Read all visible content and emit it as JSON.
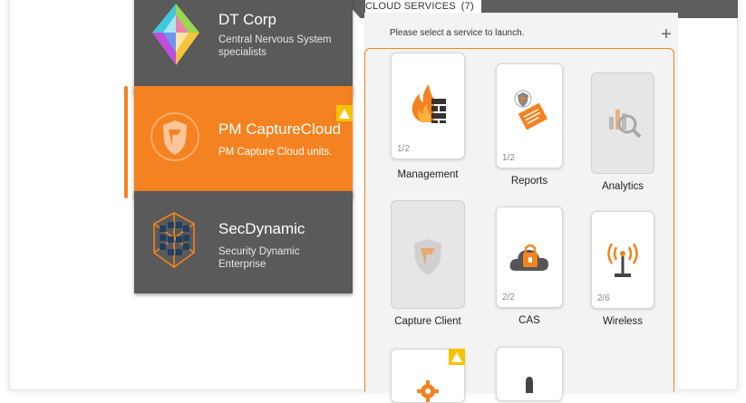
{
  "services_header": {
    "title": "CLOUD SERVICES",
    "count": "(7)"
  },
  "services_panel": {
    "instructions": "Please select a service to launch.",
    "add_icon": "+"
  },
  "tenants": [
    {
      "name": "DT Corp",
      "description": "Central Nervous System specialists",
      "icon": "diamond-gem-logo",
      "selected": false,
      "warning": false
    },
    {
      "name": "PM CaptureCloud",
      "description": "PM Capture Cloud units.",
      "icon": "shield-logo",
      "selected": true,
      "warning": true
    },
    {
      "name": "SecDynamic",
      "description": "Security Dynamic Enterprise",
      "icon": "cube-grid-logo",
      "selected": false,
      "warning": false
    }
  ],
  "services": [
    {
      "label": "Management",
      "count": "1/2",
      "icon": "firewall-icon",
      "enabled": true
    },
    {
      "label": "Reports",
      "count": "1/2",
      "icon": "reports-icon",
      "enabled": true
    },
    {
      "label": "Analytics",
      "count": "",
      "icon": "analytics-icon",
      "enabled": false
    },
    {
      "label": "Capture Client",
      "count": "",
      "icon": "shield-icon",
      "enabled": false
    },
    {
      "label": "CAS",
      "count": "2/2",
      "icon": "cloud-lock-icon",
      "enabled": true
    },
    {
      "label": "Wireless",
      "count": "2/6",
      "icon": "wireless-antenna-icon",
      "enabled": true
    },
    {
      "label": "",
      "count": "",
      "icon": "gear-icon",
      "enabled": true,
      "warning": true
    },
    {
      "label": "",
      "count": "",
      "icon": "mouse-icon",
      "enabled": true
    }
  ],
  "colors": {
    "accent": "#f58220",
    "card": "#5a5a5a",
    "warning": "#f9c100",
    "topbar": "#5e5e5e"
  }
}
